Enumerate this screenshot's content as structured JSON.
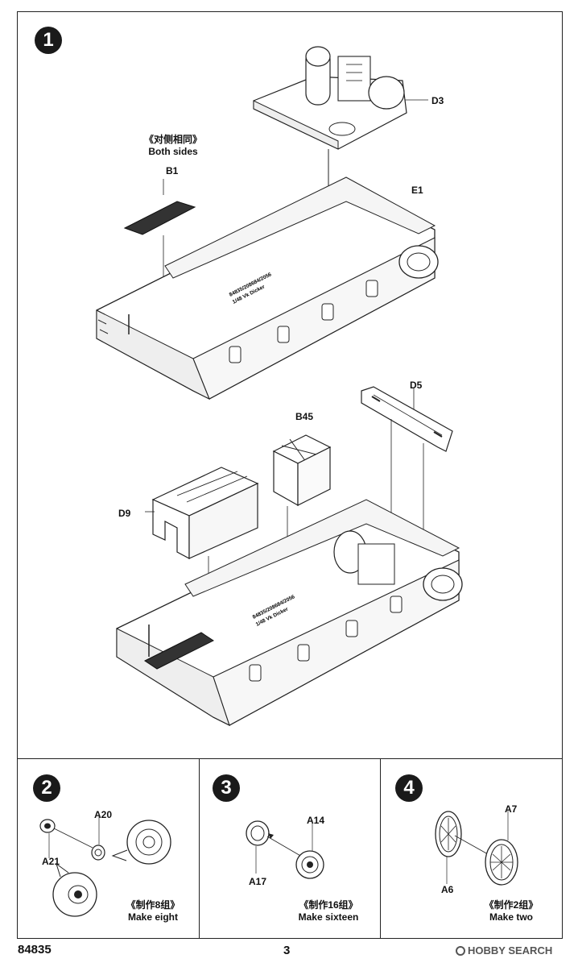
{
  "kit_number": "84835",
  "page_number": "3",
  "watermark": "HOBBY SEARCH",
  "steps": [
    {
      "number": "1",
      "note_zh": "《对侧相同》",
      "note_en": "Both sides",
      "parts": {
        "d3": "D3",
        "b1": "B1",
        "e1": "E1",
        "d5": "D5",
        "b45": "B45",
        "d9": "D9"
      },
      "hull_marking": [
        "84835/208684/2056",
        "1/48 Vk Dicker"
      ]
    },
    {
      "number": "2",
      "parts": {
        "a20": "A20",
        "a21": "A21"
      },
      "note_zh": "《制作8组》",
      "note_en": "Make eight"
    },
    {
      "number": "3",
      "parts": {
        "a14": "A14",
        "a17": "A17"
      },
      "note_zh": "《制作16组》",
      "note_en": "Make sixteen"
    },
    {
      "number": "4",
      "parts": {
        "a7": "A7",
        "a6": "A6"
      },
      "note_zh": "《制作2组》",
      "note_en": "Make two"
    }
  ]
}
